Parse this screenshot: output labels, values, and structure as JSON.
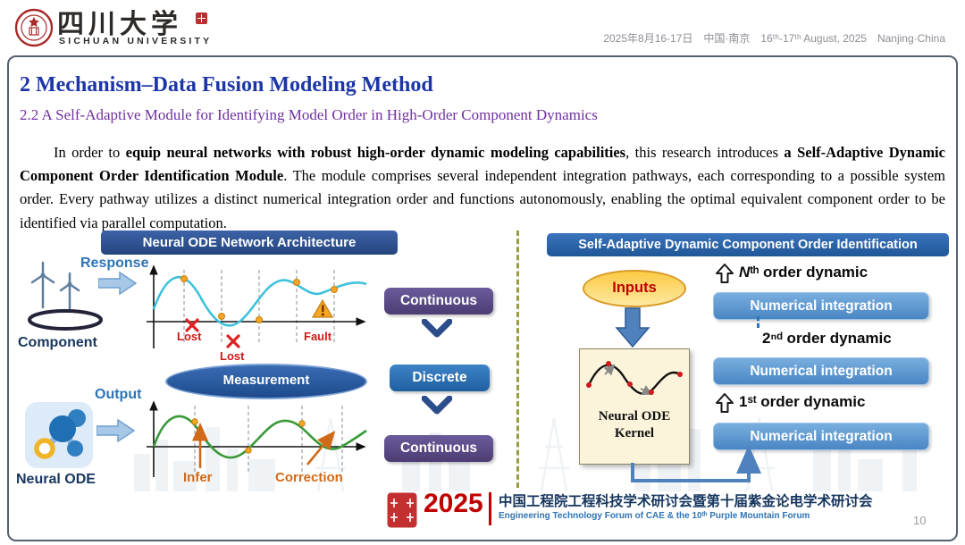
{
  "colors": {
    "title_blue": "#1c36a8",
    "subtitle_purple": "#7030a0",
    "banner_dark_blue": "#2d5291",
    "banner_mid_blue": "#2b66b0",
    "flow_purple": "#5a4a82",
    "flow_blue": "#2e74b6",
    "integration_blue": "#5b9bd5",
    "inputs_yellow": "#fcca45",
    "accent_red": "#c00000",
    "curve_cyan": "#3fc1dd",
    "curve_green": "#3a9a3a",
    "arrow_orange": "#d06a1a"
  },
  "header": {
    "university_cn": "四川大学",
    "university_en": "SICHUAN UNIVERSITY",
    "event_info": "2025年8月16-17日　中国·南京　16ᵗʰ-17ᵗʰ August, 2025　Nanjing·China"
  },
  "slide": {
    "section_title": "2 Mechanism–Data Fusion Modeling Method",
    "subsection_title": "2.2 A Self-Adaptive Module for Identifying Model Order in High-Order Component Dynamics",
    "paragraph": [
      {
        "text": "In order to ",
        "bold": false
      },
      {
        "text": "equip neural networks with robust high-order dynamic modeling capabilities",
        "bold": true
      },
      {
        "text": ", this research introduces ",
        "bold": false
      },
      {
        "text": "a Self-Adaptive Dynamic Component Order Identification Module",
        "bold": true
      },
      {
        "text": ". The module comprises several independent integration pathways, each corresponding to a possible system order. Every pathway utilizes a distinct numerical integration order and functions autonomously, enabling the optimal equivalent component order to be identified via parallel computation.",
        "bold": false
      }
    ]
  },
  "left_panel": {
    "header": "Neural ODE Network Architecture",
    "response_label": "Response",
    "component_label": "Component",
    "output_label": "Output",
    "neural_ode_label": "Neural ODE",
    "measurement_label": "Measurement",
    "lost_label_1": "Lost",
    "lost_label_2": "Lost",
    "fault_label": "Fault",
    "infer_label": "Infer",
    "correction_label": "Correction",
    "flow_steps": [
      "Continuous",
      "Discrete",
      "Continuous"
    ]
  },
  "right_panel": {
    "header": "Self-Adaptive Dynamic Component Order Identification",
    "inputs_label": "Inputs",
    "kernel_label": "Neural ODE Kernel",
    "orders": [
      {
        "dynamic": "Nᵗʰ order dynamic",
        "integration": "Numerical integration"
      },
      {
        "dynamic": "2ⁿᵈ order dynamic",
        "integration": "Numerical integration"
      },
      {
        "dynamic": "1ˢᵗ order dynamic",
        "integration": "Numerical integration"
      }
    ]
  },
  "footer": {
    "year": "2025",
    "conference_cn": "中国工程院工程科技学术研讨会暨第十届紫金论电学术研讨会",
    "conference_en": "Engineering Technology Forum of CAE & the 10ᵗʰ Purple Mountain Forum",
    "page_number": "10"
  },
  "icons": {
    "university-seal-icon": "red circular university seal",
    "red-stamp-icon": "small red square seal",
    "wind-turbine-icon": "two wind turbines",
    "arrow-right-icon": "light blue block arrow pointing right",
    "x-mark-icon": "red cross for lost data",
    "warning-icon": "orange triangle with exclamation",
    "chevron-down-icon": "bold blue downward chevron",
    "arrow-down-icon": "blue block arrow pointing down",
    "up-arrow-icon": "outlined upward arrow",
    "neural-ode-icon": "blue molecule node cluster",
    "kernel-curve-icon": "black curve with red sample dots",
    "seal-stamp-icon": "red square conference seal",
    "skyline-watermark": "faint city and power-grid skyline"
  }
}
